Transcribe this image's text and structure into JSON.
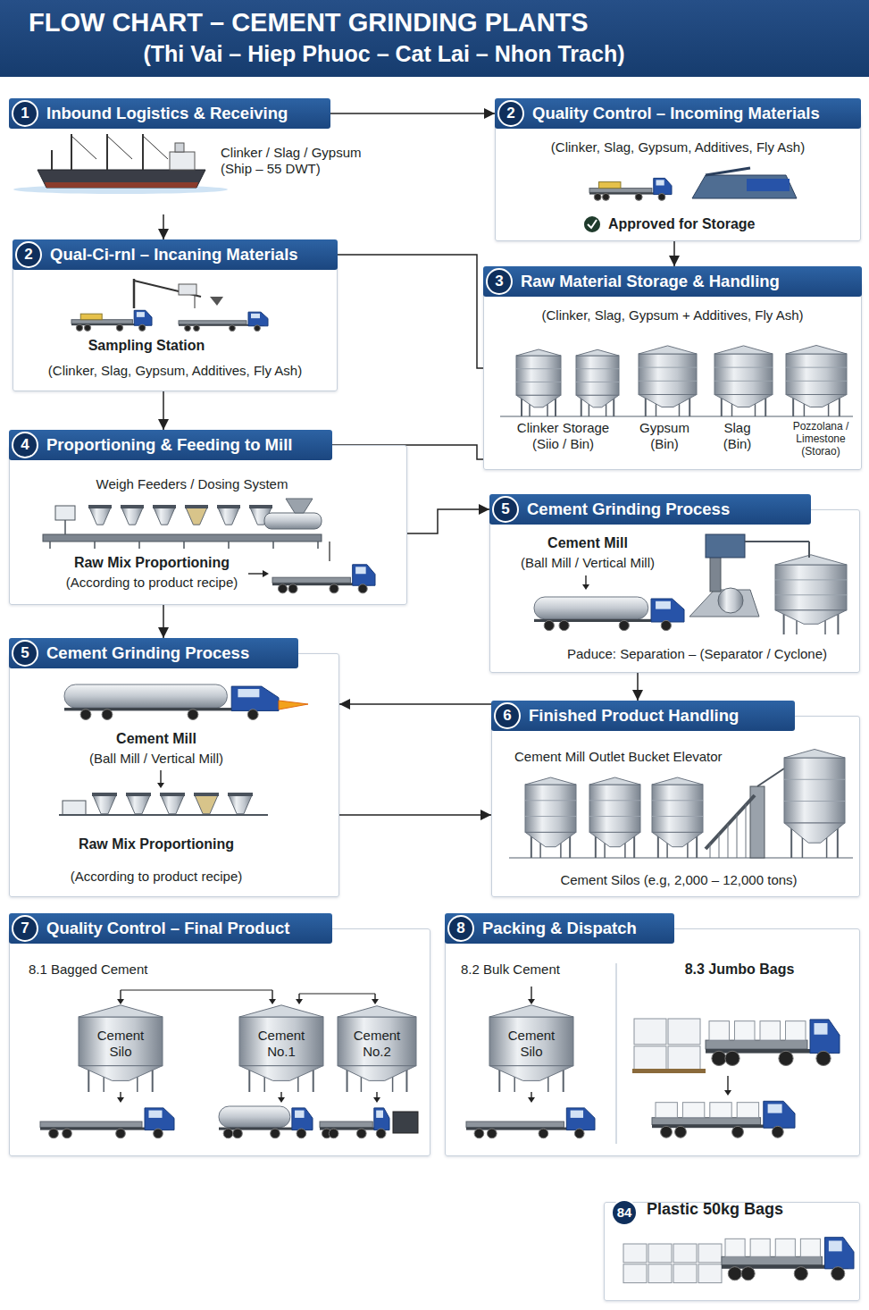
{
  "diagram": {
    "title": "FLOW CHART – CEMENT GRINDING PLANTS",
    "nodes": [
      {
        "text": [
          "1",
          "Inbound Logistics & Receiving",
          "Clinker / Slag / Gypsum (Ship – 55 DWT)"
        ]
      },
      {
        "text": [
          "2",
          "Quality Control – Incoming Materials",
          "(Clinker, Slag, Gypsum, Additives, Fly Ash)",
          "Approved for Storage"
        ]
      },
      {
        "text": [
          "2",
          "Qual-Ci-rnl – Incaning Materials",
          "Sampling Station",
          "(Clinker, Slag, Gypsum, Additives, Fly Ash)"
        ]
      },
      {
        "text": [
          "3",
          "Raw Material Storage & Handling",
          "(Clinker, Slag, Gypsum + Additives, Fly Ash)",
          "Clinker Storage (Siio / Bin)",
          "Gypsum (Bin)",
          "Slag (Bin)",
          "Pozzolana / Limestone (Storao)"
        ]
      },
      {
        "text": [
          "4",
          "Proportioning & Feeding to Mill",
          "Weigh Feeders / Dosing System",
          "Raw Mix Proportioning",
          "(According to product recipe)"
        ]
      },
      {
        "text": [
          "5",
          "Cement Grinding Process",
          "Cement Mill",
          "(Ball Mill / Vertical Mill)",
          "Paduce: Separation – (Separator / Cyclone)"
        ]
      },
      {
        "text": [
          "5",
          "Cement Grinding Process",
          "Cement Mill",
          "(Ball Mill / Vertical Mill)",
          "Raw Mix Proportioning",
          "(According to product recipe)"
        ]
      },
      {
        "text": [
          "6",
          "Finished Product Handling",
          "Cement Mill Outlet Bucket Elevator",
          "Cement Silos (e.g, 2,000 – 12,000 tons)"
        ]
      },
      {
        "text": [
          "7",
          "Quality Control – Final Product",
          "8.1 Bagged Cement",
          "Cement Silo",
          "Cement No.1",
          "Cement No.2"
        ]
      },
      {
        "text": [
          "8",
          "Packing & Dispatch",
          "8.2 Bulk Cement",
          "Cement Silo",
          "8.3 Jumbo Bags"
        ]
      },
      {
        "text": [
          "84",
          "Plastic 50kg Bags"
        ]
      }
    ],
    "edges": [
      {
        "from": 0,
        "to": 1,
        "arrow": "to"
      },
      {
        "from": 0,
        "to": 2,
        "arrow": "to"
      },
      {
        "from": 1,
        "to": 3,
        "arrow": "to"
      },
      {
        "from": 2,
        "to": 3,
        "arrow": "none"
      },
      {
        "from": 2,
        "to": 4,
        "arrow": "to"
      },
      {
        "from": 4,
        "to": 3,
        "arrow": "none"
      },
      {
        "from": 4,
        "to": 5,
        "arrow": "to"
      },
      {
        "from": 4,
        "to": 6,
        "arrow": "to"
      },
      {
        "from": 5,
        "to": 7,
        "arrow": "to"
      },
      {
        "from": 7,
        "to": 6,
        "arrow": "to"
      },
      {
        "from": 6,
        "to": 7,
        "arrow": "to"
      }
    ],
    "labels": [
      "(Thi Vai – Hiep Phuoc – Cat Lai – Nhon Trach)"
    ]
  }
}
